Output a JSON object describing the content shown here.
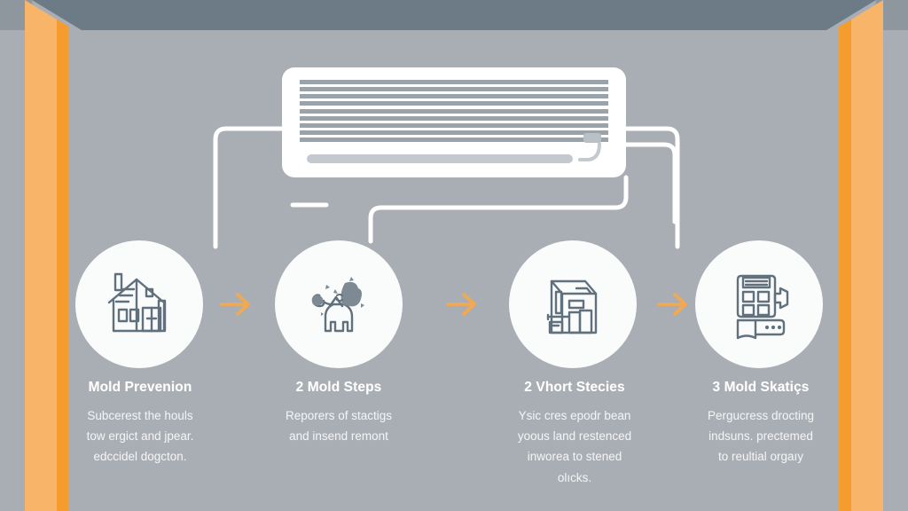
{
  "scene": {
    "background_color": "#a9aeb4",
    "ceiling_color": "#6c7b86",
    "pillar_color": "#f8b469",
    "pillar_edge_color": "#f59c2e",
    "accent_color": "#f5a94f",
    "circle_color": "#fafbfb",
    "icon_stroke_color": "#60707c"
  },
  "appliance": {
    "name": "air-conditioner-unit",
    "louver_rows": 9,
    "louver_segments": 6
  },
  "steps": [
    {
      "icon": "house-icon",
      "title": "Mold Prevenion",
      "body_lines": [
        "Subcerest the houls",
        "tow ergict and jpear.",
        "edccidel dogcton."
      ]
    },
    {
      "icon": "person-figure-icon",
      "title": "2 Mold Steps",
      "body_lines": [
        "Reporers of stactigs",
        "and insend remont"
      ]
    },
    {
      "icon": "building-appliance-icon",
      "title": "2 Vhort Stecies",
      "body_lines": [
        "Ysic cres epodr bean",
        "yoous land restenced",
        "inworea to stened",
        "olıcks."
      ]
    },
    {
      "icon": "control-panel-icon",
      "title": "3 Mold Skatiçs",
      "body_lines": [
        "Pergucress drocting",
        "indsuns. prectemed",
        "to reultial orgaıy"
      ]
    }
  ],
  "arrows": [
    {
      "name": "arrow-step-1-to-2"
    },
    {
      "name": "arrow-step-2-to-3"
    },
    {
      "name": "arrow-step-3-to-4"
    }
  ]
}
